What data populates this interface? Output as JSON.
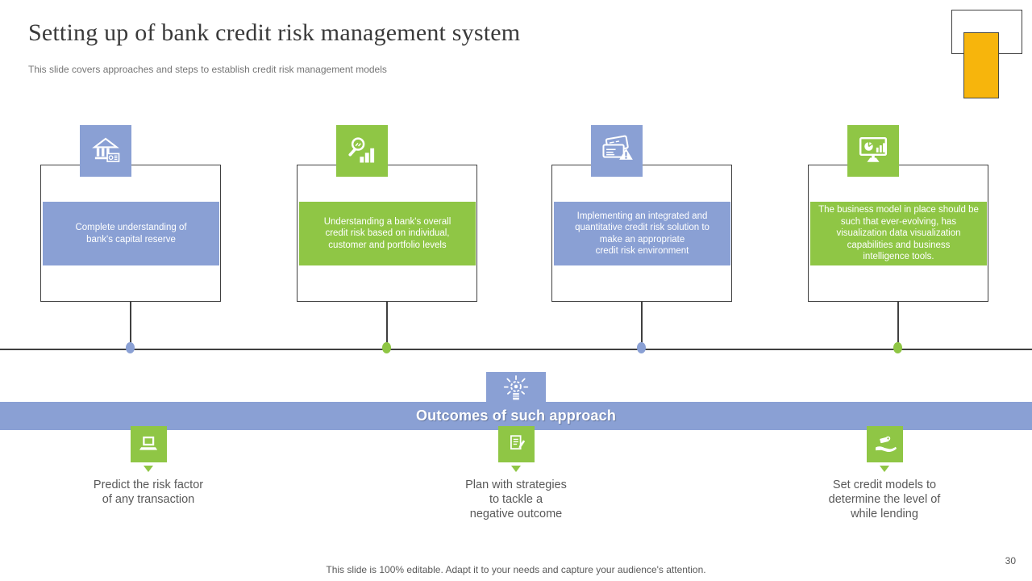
{
  "slide": {
    "title": "Setting up of bank credit risk management system",
    "subtitle": "This slide covers approaches and steps to establish credit risk management models",
    "footer": "This slide is 100% editable. Adapt it to your needs and capture your audience's attention.",
    "page_number": "30"
  },
  "colors": {
    "blue": "#8AA0D4",
    "green": "#8FC645",
    "yellow": "#F7B50C",
    "line": "#404040",
    "body_text": "#595959"
  },
  "steps": [
    {
      "icon": "bank-building-money-icon",
      "color": "blue",
      "text": "Complete understanding of\nbank's capital reserve"
    },
    {
      "icon": "magnifier-growth-chart-icon",
      "color": "green",
      "text": "Understanding a bank's overall\ncredit risk based on individual,\ncustomer and portfolio levels"
    },
    {
      "icon": "credit-cards-warning-icon",
      "color": "blue",
      "text": "Implementing an integrated and\nquantitative credit risk solution to\nmake an appropriate\ncredit risk environment"
    },
    {
      "icon": "monitor-analytics-icon",
      "color": "green",
      "text": "The business model in place should be\nsuch that ever-evolving, has\nvisualization data visualization\ncapabilities and business\nintelligence tools."
    }
  ],
  "outcomes": {
    "banner_label": "Outcomes of such approach",
    "banner_icon": "idea-gear-icon",
    "items": [
      {
        "icon": "laptop-icon",
        "text": "Predict the risk factor\nof any transaction"
      },
      {
        "icon": "document-pen-icon",
        "text": "Plan with strategies\nto tackle a\nnegative outcome"
      },
      {
        "icon": "money-hand-icon",
        "text": "Set credit models to\ndetermine the level of\nwhile lending"
      }
    ]
  }
}
